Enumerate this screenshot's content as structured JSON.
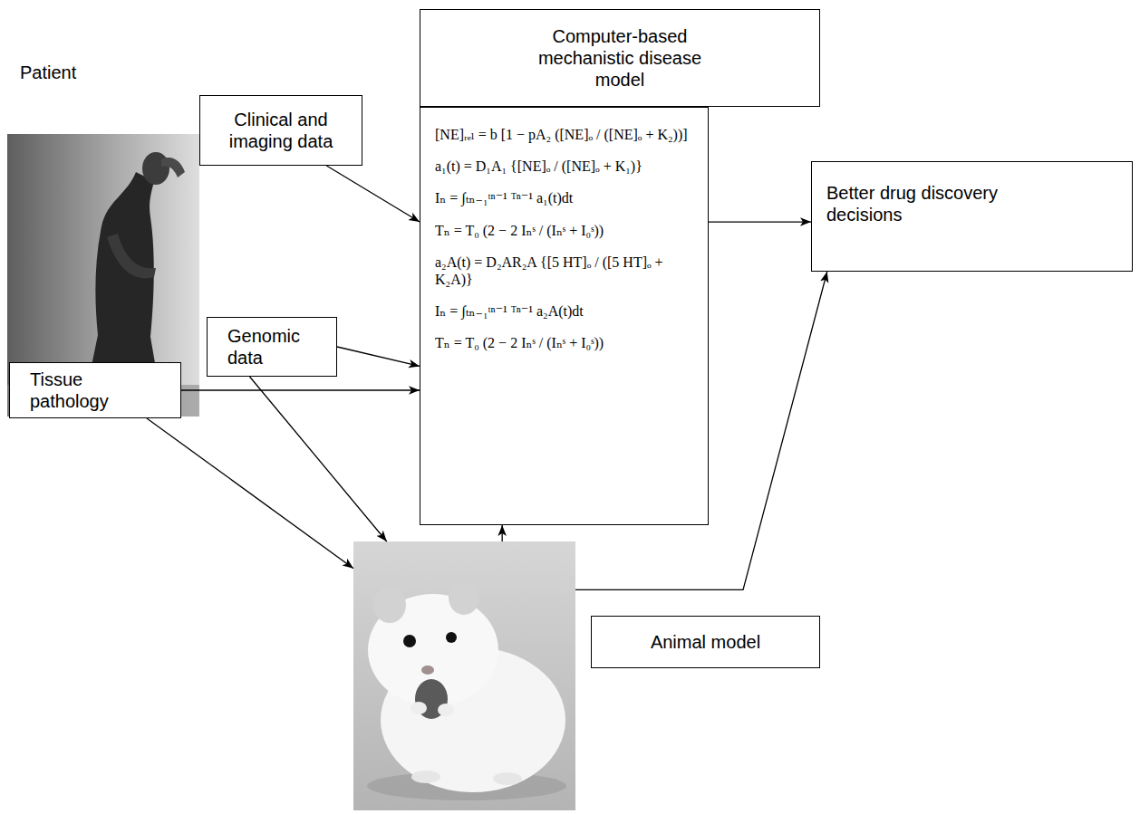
{
  "diagram": {
    "nodes": [
      {
        "text": [
          "Computer-based mechanistic disease model"
        ]
      },
      {
        "text": [
          "[NE]ᵣₑₗ = b [1 − pA₂ ([NE]ₒ / ([NE]ₒ + K₂))]",
          "a₁(t) = D₁A₁ {[NE]ₒ / ([NE]ₒ + K₁)}",
          "Iₙ = ∫ₜₙ₋₁ᵗⁿ⁻¹ ᵀⁿ⁻¹ a₁(t)dt",
          "Tₙ = T₀ (2 − 2 Iₙˢ / (Iₙˢ + I₀ˢ))",
          "a₂A(t) = D₂AR₂A {[5 HT]ₒ / ([5 HT]ₒ + K₂A)}",
          "Iₙ = ∫ₜₙ₋₁ᵗⁿ⁻¹ ᵀⁿ⁻¹ a₂A(t)dt",
          "Tₙ = T₀ (2 − 2 Iₙˢ / (Iₙˢ + I₀ˢ))"
        ]
      },
      {
        "text": [
          "Clinical and imaging data"
        ]
      },
      {
        "text": [
          "Genomic data"
        ]
      },
      {
        "text": [
          "Tissue pathology"
        ]
      },
      {
        "text": [
          "Better drug discovery decisions"
        ]
      },
      {
        "text": [
          "Animal model"
        ]
      }
    ],
    "edges": [
      {
        "from": 2,
        "to": 1,
        "arrow": "to"
      },
      {
        "from": 3,
        "to": 1,
        "arrow": "to"
      },
      {
        "from": 3,
        "to": 6,
        "arrow": "to"
      },
      {
        "from": 4,
        "to": 1,
        "arrow": "to"
      },
      {
        "from": 4,
        "to": 6,
        "arrow": "to"
      },
      {
        "from": 6,
        "to": 1,
        "arrow": "to"
      },
      {
        "from": 6,
        "to": 5,
        "arrow": "to"
      },
      {
        "from": 1,
        "to": 5,
        "arrow": "to"
      }
    ],
    "labels": [
      "Patient"
    ]
  }
}
